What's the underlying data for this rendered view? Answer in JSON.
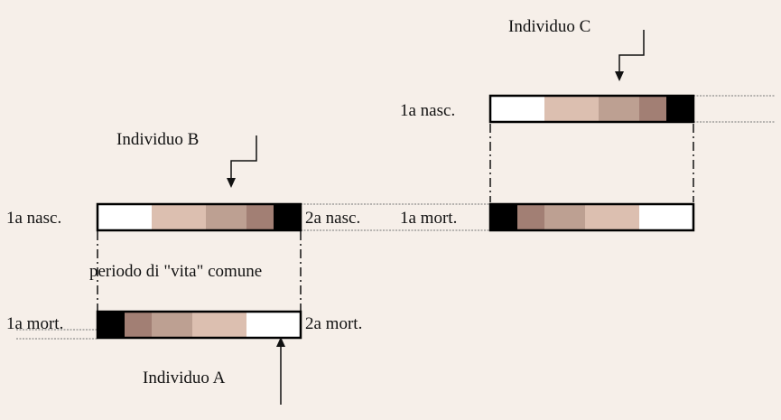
{
  "individuals": {
    "A": {
      "name": "Individuo A",
      "left_label": "1a mort.",
      "right_label": "2a mort."
    },
    "B": {
      "name": "Individuo B",
      "left_label": "1a nasc.",
      "right_label": "2a nasc."
    },
    "C": {
      "name": "Individuo C",
      "bottom_left_label": "1a mort.",
      "top_left_label": "1a nasc."
    }
  },
  "shared_period_label": "periodo di \"vita\" comune",
  "colors": {
    "background": "#f6efe9",
    "band_white": "#ffffff",
    "band_light": "#dcbfb0",
    "band_mid": "#bda092",
    "band_dark": "#a27f74",
    "band_black": "#000000"
  }
}
